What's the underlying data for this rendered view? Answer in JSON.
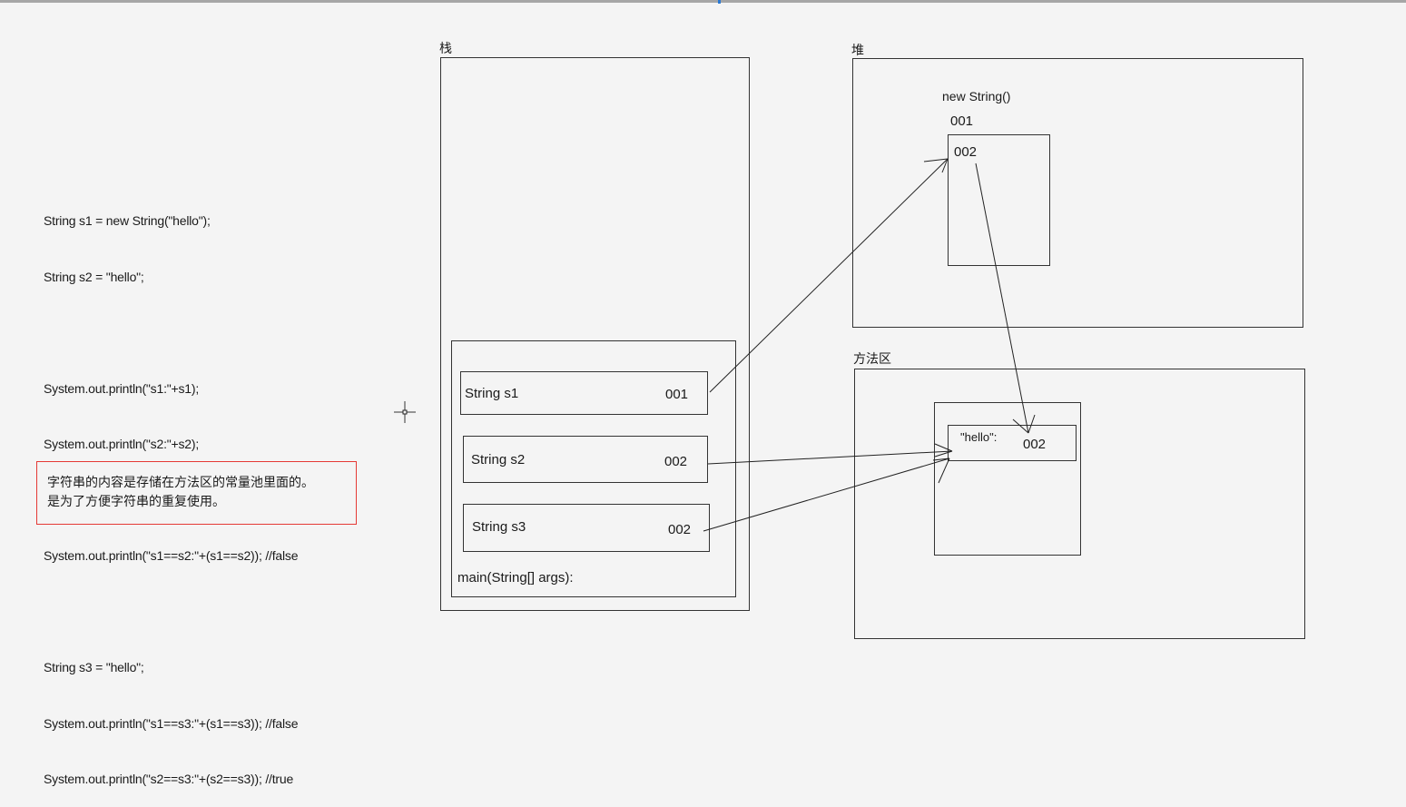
{
  "code_lines": [
    "String s1 = new String(\"hello\");",
    "String s2 = \"hello\";",
    "",
    "System.out.println(\"s1:\"+s1);",
    "System.out.println(\"s2:\"+s2);",
    "",
    "System.out.println(\"s1==s2:\"+(s1==s2)); //false",
    "",
    "String s3 = \"hello\";",
    "System.out.println(\"s1==s3:\"+(s1==s3)); //false",
    "System.out.println(\"s2==s3:\"+(s2==s3)); //true"
  ],
  "note": {
    "lines": [
      "字符串的内容是存储在方法区的常量池里面的。",
      "是为了方便字符串的重复使用。"
    ],
    "border_color": "#e53935"
  },
  "stack": {
    "label": "栈",
    "frame_label": "main(String[] args):",
    "vars": [
      {
        "name": "String s1",
        "value": "001"
      },
      {
        "name": "String s2",
        "value": "002"
      },
      {
        "name": "String s3",
        "value": "002"
      }
    ]
  },
  "heap": {
    "label": "堆",
    "object_label": "new String()",
    "object_address": "001",
    "object_value": "002"
  },
  "method_area": {
    "label": "方法区",
    "pool_entry_text": "\"hello\":",
    "pool_entry_address": "002"
  },
  "cursor_icon": "crosshair-cursor-icon"
}
